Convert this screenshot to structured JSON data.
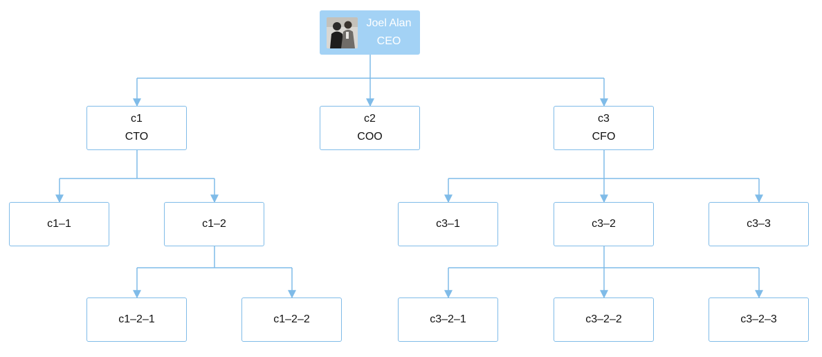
{
  "accent_color": "#7fbbe8",
  "root_fill_color": "#a3d2f5",
  "root": {
    "name": "Joel Alan",
    "title": "CEO",
    "photo_icon": "person-photo-icon"
  },
  "level1": [
    {
      "name": "c1",
      "title": "CTO"
    },
    {
      "name": "c2",
      "title": "COO"
    },
    {
      "name": "c3",
      "title": "CFO"
    }
  ],
  "level2": [
    "c1–1",
    "c1–2",
    "c3–1",
    "c3–2",
    "c3–3"
  ],
  "level3": [
    "c1–2–1",
    "c1–2–2",
    "c3–2–1",
    "c3–2–2",
    "c3–2–3"
  ]
}
